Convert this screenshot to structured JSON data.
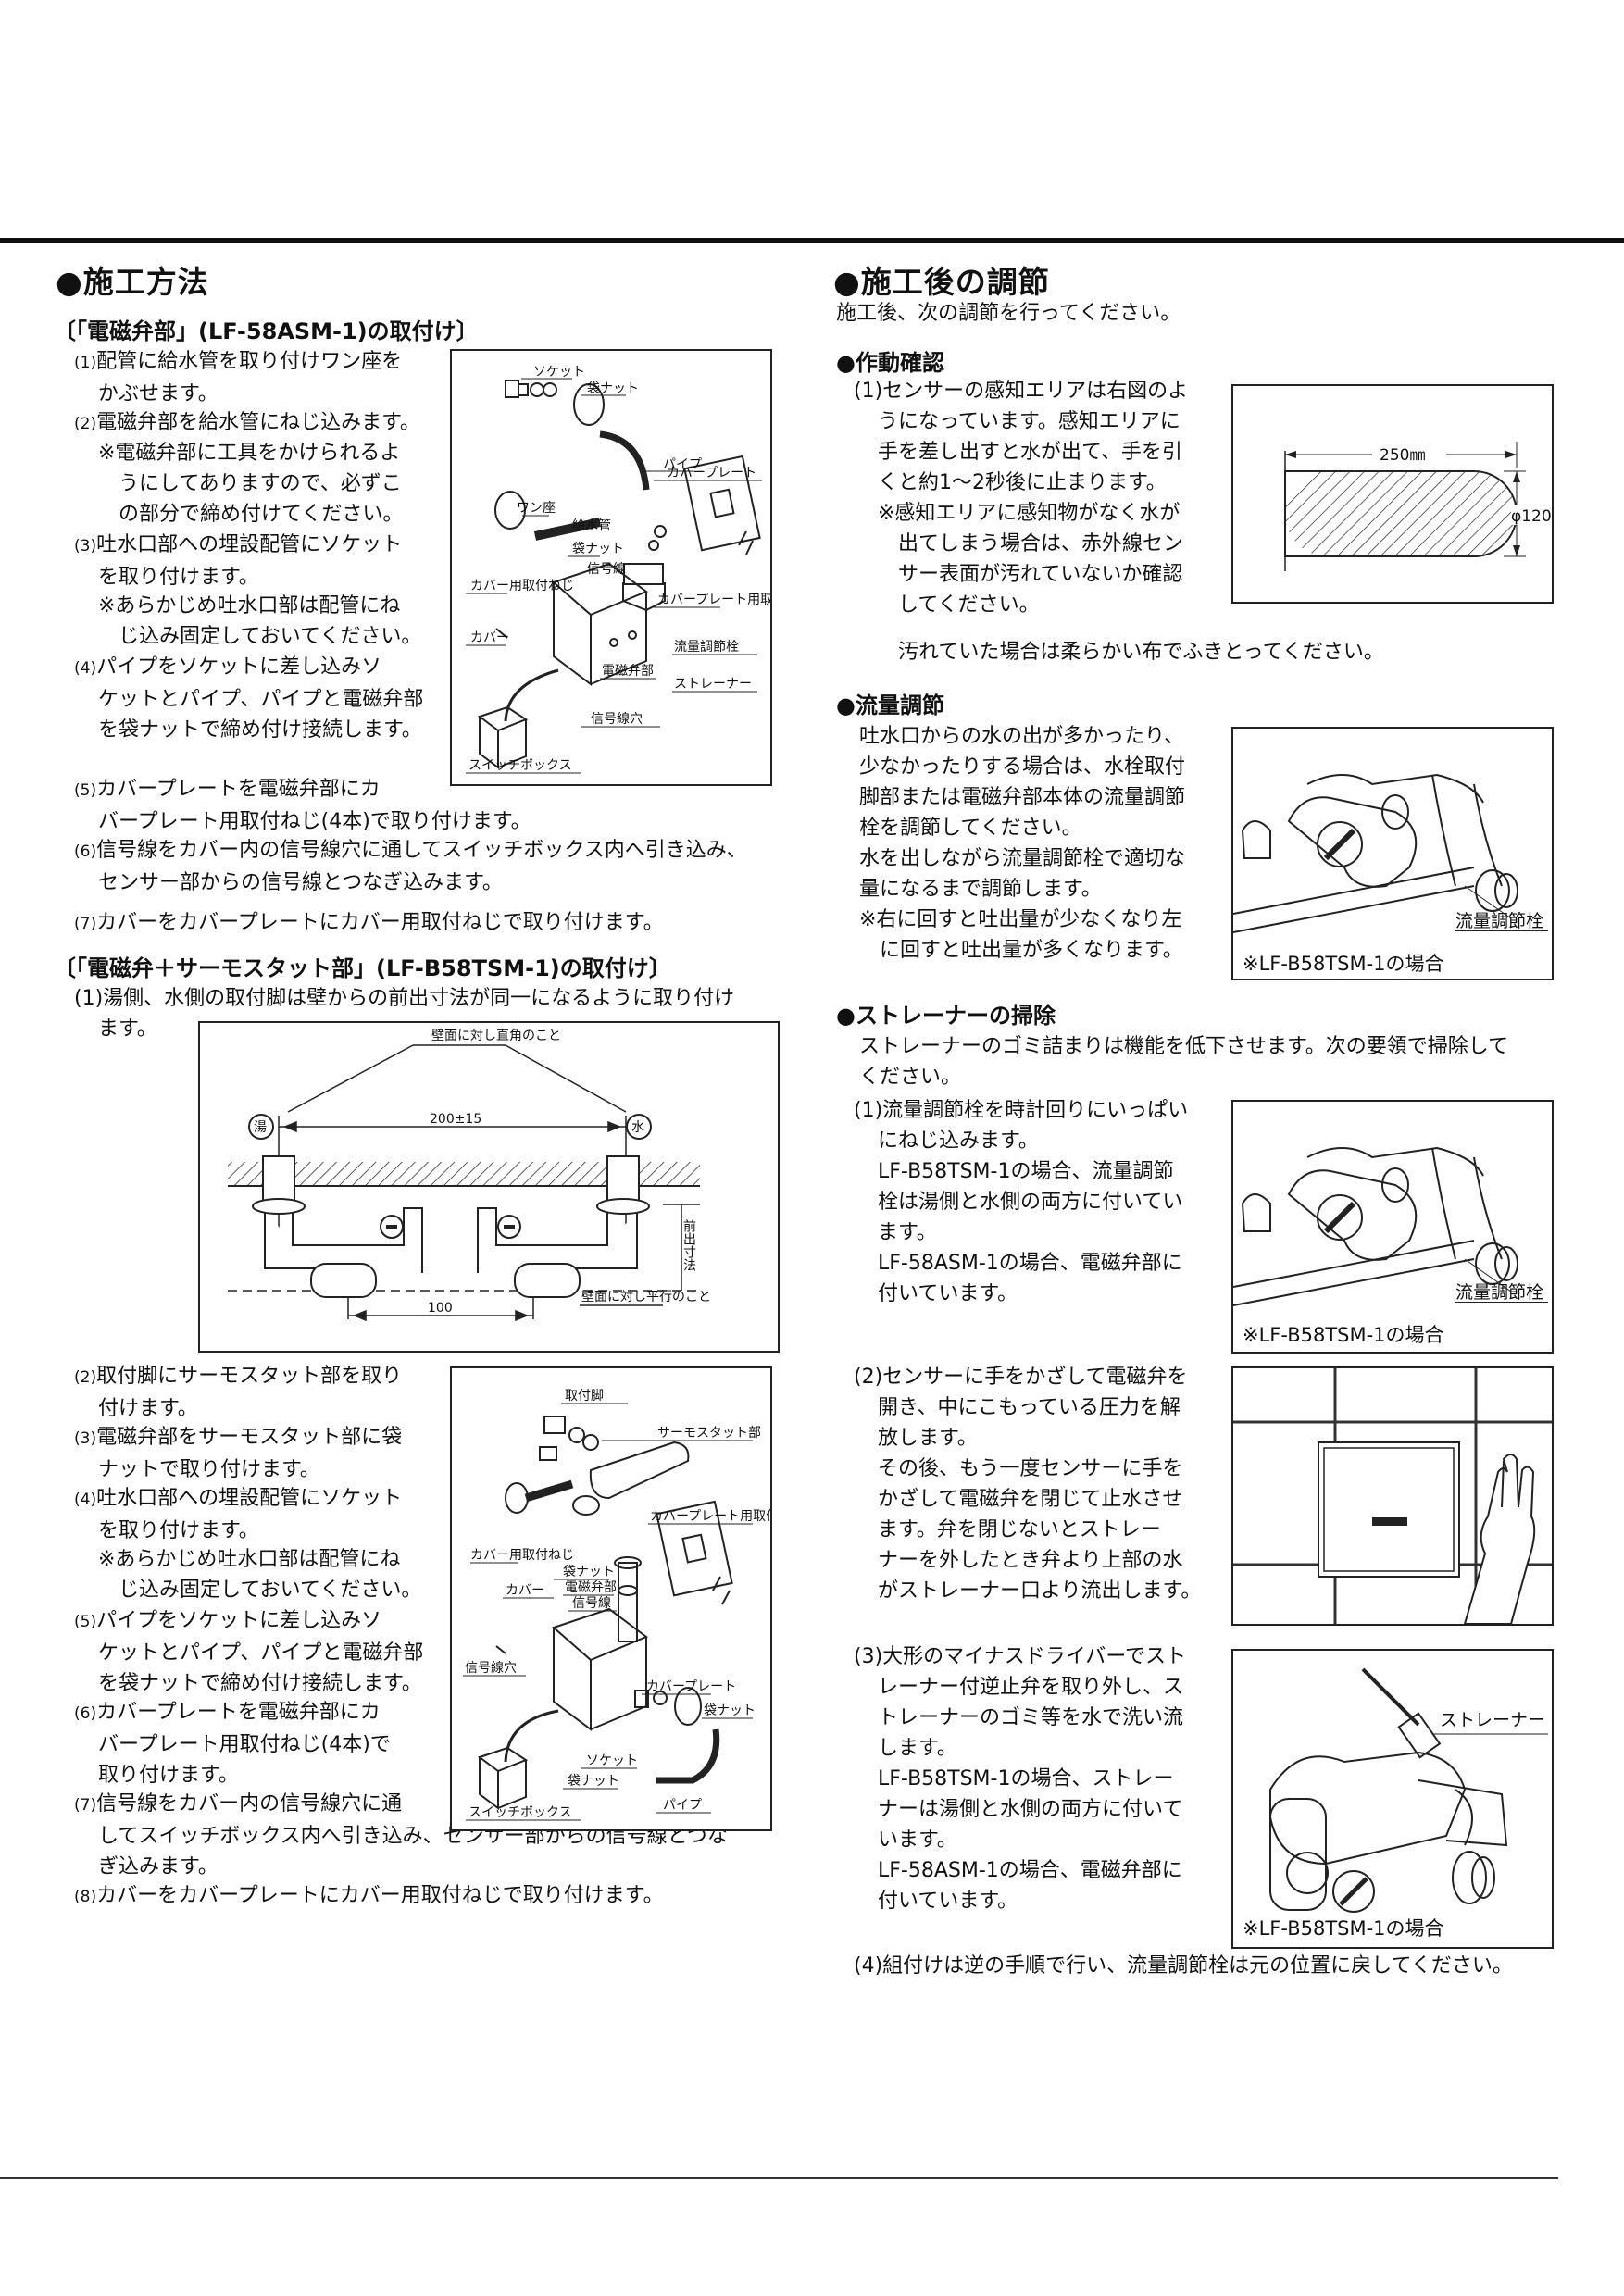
{
  "left": {
    "title": "●施工方法",
    "sec1": {
      "heading": "〔「電磁弁部」(LF-58ASM-1)の取付け〕",
      "steps": [
        {
          "n": "(1)",
          "lines": [
            "配管に給水管を取り付けワン座を",
            "かぶせます。"
          ]
        },
        {
          "n": "(2)",
          "lines": [
            "電磁弁部を給水管にねじ込みます。"
          ]
        },
        {
          "n": "",
          "lines": [
            "※電磁弁部に工具をかけられるよ",
            "うにしてありますので、必ずこ",
            "の部分で締め付けてください。"
          ]
        },
        {
          "n": "(3)",
          "lines": [
            "吐水口部への埋設配管にソケット",
            "を取り付けます。"
          ]
        },
        {
          "n": "",
          "lines": [
            "※あらかじめ吐水口部は配管にね",
            "じ込み固定しておいてください。"
          ]
        },
        {
          "n": "(4)",
          "lines": [
            "パイプをソケットに差し込みソ",
            "ケットとパイプ、パイプと電磁弁部",
            "を袋ナットで締め付け接続します。"
          ]
        },
        {
          "n": "(5)",
          "lines": [
            "カバープレートを電磁弁部にカ",
            "バープレート用取付ねじ(4本)で取り付けます。"
          ]
        },
        {
          "n": "(6)",
          "lines": [
            "信号線をカバー内の信号線穴に通してスイッチボックス内へ引き込み、",
            "センサー部からの信号線とつなぎ込みます。"
          ]
        },
        {
          "n": "(7)",
          "lines": [
            "カバーをカバープレートにカバー用取付ねじで取り付けます。"
          ]
        }
      ],
      "fig_labels": {
        "socket": "ソケット",
        "nut": "袋ナット",
        "pipe": "パイプ",
        "washer": "ワン座",
        "supply": "給水管",
        "nut2": "袋ナット",
        "cover_plate": "カバープレート",
        "signal_hole": "信号線",
        "cover_screw": "カバー用取付ねじ",
        "plate_screw": "カバープレート用取付ねじ",
        "cover": "カバー",
        "valve": "電磁弁部",
        "flow": "流量調節栓",
        "strainer": "ストレーナー",
        "signal": "信号線穴",
        "switchbox": "スイッチボックス"
      }
    },
    "sec2": {
      "heading": "〔「電磁弁＋サーモスタット部」(LF-B58TSM-1)の取付け〕",
      "intro": [
        "(1)湯側、水側の取付脚は壁からの前出寸法が同一になるように取り付け",
        "ます。"
      ],
      "dim_labels": {
        "perp": "壁面に対し直角のこと",
        "hot": "湯",
        "cold": "水",
        "width": "200±15",
        "front": "前出寸法",
        "hundred": "100",
        "parallel": "壁面に対し平行のこと"
      },
      "steps": [
        {
          "n": "(2)",
          "lines": [
            "取付脚にサーモスタット部を取り",
            "付けます。"
          ]
        },
        {
          "n": "(3)",
          "lines": [
            "電磁弁部をサーモスタット部に袋",
            "ナットで取り付けます。"
          ]
        },
        {
          "n": "(4)",
          "lines": [
            "吐水口部への埋設配管にソケット",
            "を取り付けます。"
          ]
        },
        {
          "n": "",
          "lines": [
            "※あらかじめ吐水口部は配管にね",
            "じ込み固定しておいてください。"
          ]
        },
        {
          "n": "(5)",
          "lines": [
            "パイプをソケットに差し込みソ",
            "ケットとパイプ、パイプと電磁弁部",
            "を袋ナットで締め付け接続します。"
          ]
        },
        {
          "n": "(6)",
          "lines": [
            "カバープレートを電磁弁部にカ",
            "バープレート用取付ねじ(4本)で",
            "取り付けます。"
          ]
        },
        {
          "n": "(7)",
          "lines": [
            "信号線をカバー内の信号線穴に通",
            "してスイッチボックス内へ引き込み、センサー部からの信号線とつな",
            "ぎ込みます。"
          ]
        },
        {
          "n": "(8)",
          "lines": [
            "カバーをカバープレートにカバー用取付ねじで取り付けます。"
          ]
        }
      ],
      "fig_labels": {
        "legs": "取付脚",
        "thermo": "サーモスタット部",
        "cover_screw": "カバー用取付ねじ",
        "plate_screw": "カバープレート用取付ねじ",
        "nut": "袋ナット",
        "cover": "カバー",
        "valve": "電磁弁部",
        "signal": "信号線",
        "signal_hole": "信号線穴",
        "cover_plate": "カバープレート",
        "nut2": "袋ナット",
        "socket": "ソケット",
        "nut3": "袋ナット",
        "pipe": "パイプ",
        "switchbox": "スイッチボックス"
      }
    }
  },
  "right": {
    "title": "●施工後の調節",
    "intro": "施工後、次の調節を行ってください。",
    "op": {
      "heading": "●作動確認",
      "lines": [
        "(1)センサーの感知エリアは右図のよ",
        "うになっています。感知エリアに",
        "手を差し出すと水が出て、手を引",
        "くと約1～2秒後に止まります。",
        "※感知エリアに感知物がなく水が",
        "出てしまう場合は、赤外線セン",
        "サー表面が汚れていないか確認",
        "してください。",
        "汚れていた場合は柔らかい布でふきとってください。"
      ],
      "width_label": "250㎜",
      "height_label": "φ120"
    },
    "flow": {
      "heading": "●流量調節",
      "lines": [
        "吐水口からの水の出が多かったり、",
        "少なかったりする場合は、水栓取付",
        "脚部または電磁弁部本体の流量調節",
        "栓を調節してください。",
        "水を出しながら流量調節栓で適切な",
        "量になるまで調節します。",
        "※右に回すと吐出量が少なくなり左",
        "に回すと吐出量が多くなります。"
      ],
      "callout": "流量調節栓",
      "caption": "※LF-B58TSM-1の場合"
    },
    "strainer": {
      "heading": "●ストレーナーの掃除",
      "intro": [
        "ストレーナーのゴミ詰まりは機能を低下させます。次の要領で掃除して",
        "ください。"
      ],
      "s1": [
        "(1)流量調節栓を時計回りにいっぱい",
        "にねじ込みます。",
        "LF-B58TSM-1の場合、流量調節",
        "栓は湯側と水側の両方に付いてい",
        "ます。",
        "LF-58ASM-1の場合、電磁弁部に",
        "付いています。"
      ],
      "s1_callout": "流量調節栓",
      "s1_caption": "※LF-B58TSM-1の場合",
      "s2": [
        "(2)センサーに手をかざして電磁弁を",
        "開き、中にこもっている圧力を解",
        "放します。",
        "その後、もう一度センサーに手を",
        "かざして電磁弁を閉じて止水させ",
        "ます。弁を閉じないとストレー",
        "ナーを外したとき弁より上部の水",
        "がストレーナー口より流出します。"
      ],
      "s3": [
        "(3)大形のマイナスドライバーでスト",
        "レーナー付逆止弁を取り外し、ス",
        "トレーナーのゴミ等を水で洗い流",
        "します。",
        "LF-B58TSM-1の場合、ストレー",
        "ナーは湯側と水側の両方に付いて",
        "います。",
        "LF-58ASM-1の場合、電磁弁部に",
        "付いています。"
      ],
      "s3_callout": "ストレーナー",
      "s3_caption": "※LF-B58TSM-1の場合",
      "s4": "(4)組付けは逆の手順で行い、流量調節栓は元の位置に戻してください。"
    }
  }
}
